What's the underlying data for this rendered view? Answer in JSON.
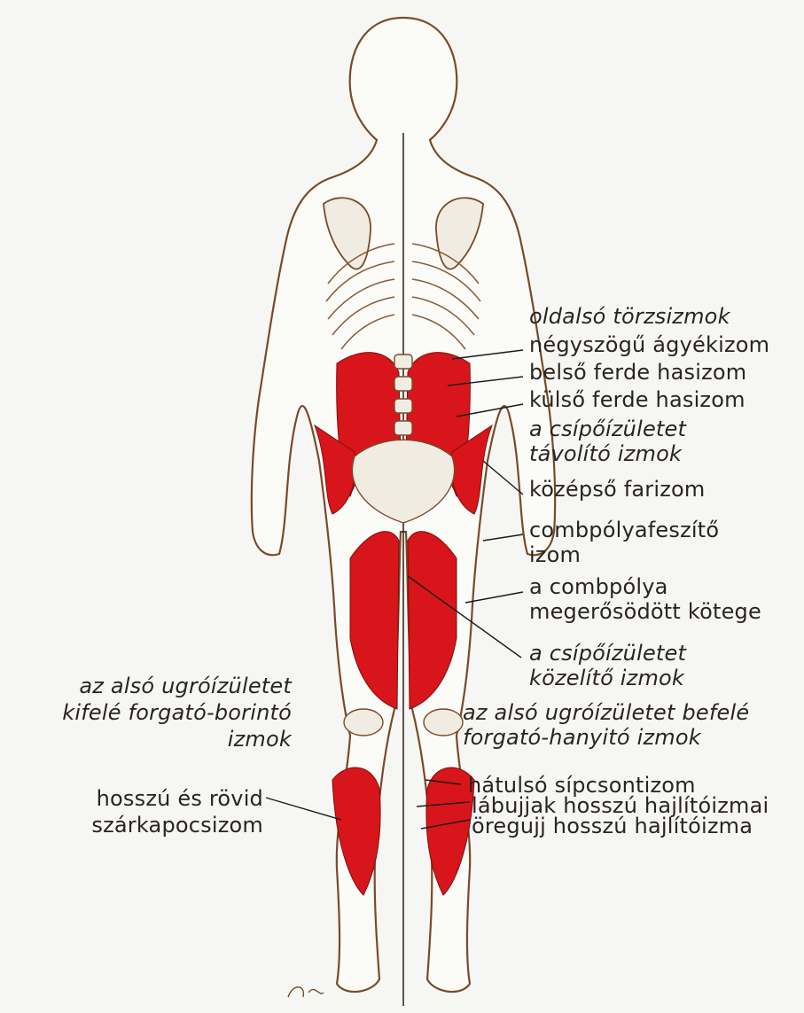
{
  "figure": {
    "colors": {
      "paper": "#f6f7f4",
      "outline": "#7a4a2a",
      "muscle": "#d8151a",
      "bone": "#f1ece2",
      "text": "#2a2420",
      "leader": "#1e1a18"
    },
    "artist_mark": "signature"
  },
  "labels": {
    "lateral_trunk_muscles": "oldalsó törzsizmok",
    "quadratus_lumborum": "négyszögű ágyékizom",
    "internal_oblique": "belső ferde hasizom",
    "external_oblique": "külső ferde hasizom",
    "hip_abductors_1": "a csípőízületet",
    "hip_abductors_2": "távolító izmok",
    "gluteus_medius": "középső farizom",
    "tensor_fasciae_1": "combpólyafeszítő",
    "tensor_fasciae_2": "izom",
    "iliotibial_1": "a combpólya",
    "iliotibial_2": "megerősödött kötege",
    "hip_adductors_1": "a csípőízületet",
    "hip_adductors_2": "közelítő izmok",
    "ankle_evertors_1": "az alsó ugróízületet",
    "ankle_evertors_2": "kifelé forgató-borintó",
    "ankle_evertors_3": "izmok",
    "ankle_invertors_1": "az alsó ugróízületet befelé",
    "ankle_invertors_2": "forgató-hanyitó izmok",
    "tibialis_posterior": "hátulsó sípcsontizom",
    "flexor_digitorum": "lábujjak hosszú hajlítóizmai",
    "flexor_hallucis": "öregujj hosszú hajlítóizma",
    "peroneus_1": "hosszú és rövid",
    "peroneus_2": "szárkapocsizom"
  }
}
